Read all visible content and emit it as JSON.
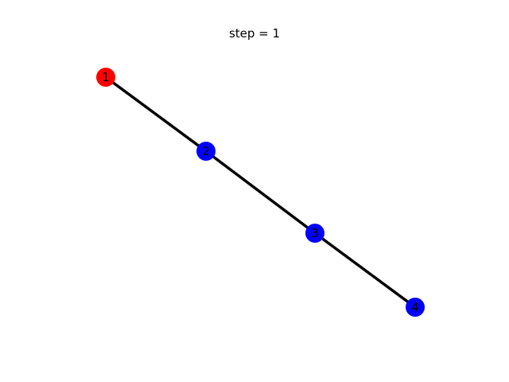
{
  "title": "step = 1",
  "colors": {
    "active": "#ff0000",
    "inactive": "#0000ff",
    "edge": "#000000",
    "background": "#ffffff"
  },
  "graph": {
    "nodes": [
      {
        "id": "1",
        "label": "1",
        "state": "active"
      },
      {
        "id": "2",
        "label": "2",
        "state": "inactive"
      },
      {
        "id": "3",
        "label": "3",
        "state": "inactive"
      },
      {
        "id": "4",
        "label": "4",
        "state": "inactive"
      }
    ],
    "edges": [
      {
        "source": "1",
        "target": "2"
      },
      {
        "source": "2",
        "target": "3"
      },
      {
        "source": "3",
        "target": "4"
      }
    ]
  }
}
